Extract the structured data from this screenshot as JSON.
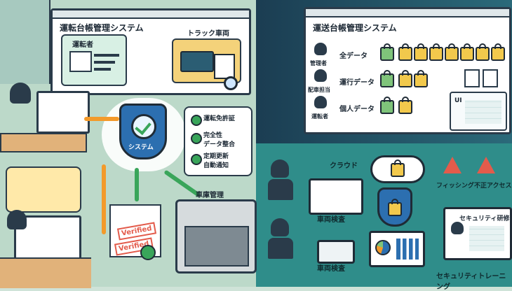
{
  "left": {
    "window_title": "運転台帳管理システム",
    "driver_label": "運転者",
    "truck_label": "トラック車両",
    "shield_label": "システム",
    "checklist": [
      {
        "text": "運転免許証"
      },
      {
        "text": "完全性\nデータ整合"
      },
      {
        "text": "定期更新\n自動通知"
      }
    ],
    "doc_stamp_1": "Verified",
    "doc_stamp_2": "Verified",
    "garage_label": "車庫管理"
  },
  "right": {
    "window_title": "運送台帳管理システム",
    "rows": [
      {
        "role": "管理者",
        "data": "全データ"
      },
      {
        "role": "配車担当",
        "data": "運行データ"
      },
      {
        "role": "運転者",
        "data": "個人データ"
      }
    ],
    "ui_tag": "UI",
    "cloud_label": "クラウド",
    "inspection_label_1": "車両検査",
    "inspection_label_2": "車両検査",
    "phishing_label": "フィッシング",
    "unauth_label": "不正アクセス",
    "security_training_window": "セキュリティ研修",
    "security_training_label": "セキュリティトレーニング"
  },
  "colors": {
    "accent_blue": "#2c6fb0",
    "accent_green": "#39a55a",
    "accent_orange": "#f39a2a",
    "lock_yellow": "#f2c94c",
    "warn_red": "#e35b4b"
  }
}
